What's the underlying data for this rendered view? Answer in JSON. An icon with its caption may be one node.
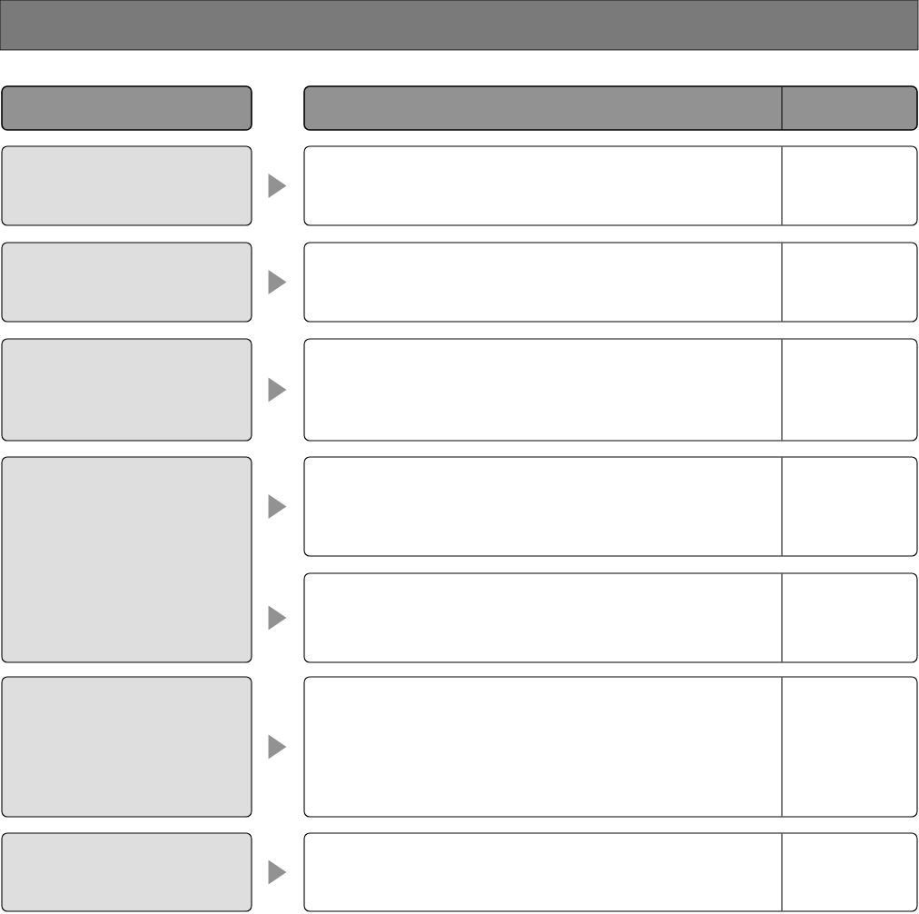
{
  "diagram": {
    "nodes": [
      {
        "text": [],
        "shape": "bar"
      },
      {
        "text": [],
        "shape": "box"
      },
      {
        "text": [],
        "shape": "box"
      },
      {
        "text": [],
        "shape": "box"
      },
      {
        "text": [],
        "shape": "box"
      },
      {
        "text": [],
        "shape": "box"
      },
      {
        "text": [],
        "shape": "box"
      },
      {
        "text": [],
        "shape": "box"
      },
      {
        "text": [],
        "shape": "box"
      },
      {
        "text": [],
        "shape": "box"
      },
      {
        "text": [],
        "shape": "box"
      },
      {
        "text": [],
        "shape": "box"
      },
      {
        "text": [],
        "shape": "box"
      },
      {
        "text": [],
        "shape": "box"
      },
      {
        "text": [],
        "shape": "box"
      },
      {
        "text": [],
        "shape": "box"
      }
    ],
    "edges": [
      {
        "from": 3,
        "to": 4,
        "arrow": "to"
      },
      {
        "from": 5,
        "to": 6,
        "arrow": "to"
      },
      {
        "from": 7,
        "to": 8,
        "arrow": "to"
      },
      {
        "from": 9,
        "to": 10,
        "arrow": "to"
      },
      {
        "from": 9,
        "to": 11,
        "arrow": "to"
      },
      {
        "from": 12,
        "to": 13,
        "arrow": "to"
      },
      {
        "from": 14,
        "to": 15,
        "arrow": "to"
      }
    ]
  }
}
